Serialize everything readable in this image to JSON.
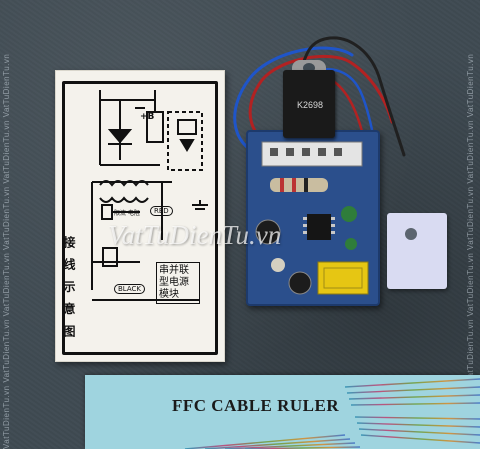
{
  "watermark": {
    "center": "VatTuDienTu.vn",
    "side": "VatTuDienTu.vn  VatTuDienTu.vn  VatTuDienTu.vn  VatTuDienTu.vn  VatTuDienTu.vn  VatTuDienTu.vn"
  },
  "card": {
    "label_plus_b": "+B",
    "label_title_vertical": "接 线 示 意 图",
    "label_module": "串并联型电源模块",
    "label_black": "BLACK",
    "label_red": "RED",
    "label_small": "限流 电阻"
  },
  "transistor": {
    "marking": "K2698"
  },
  "ruler": {
    "title": "FFC CABLE RULER"
  },
  "colors": {
    "background": "#3f4a52",
    "pcb": "#2b4f8c",
    "card": "#f4f2ec",
    "ruler": "#9fd4df",
    "insulator": "#d9dbf2"
  }
}
